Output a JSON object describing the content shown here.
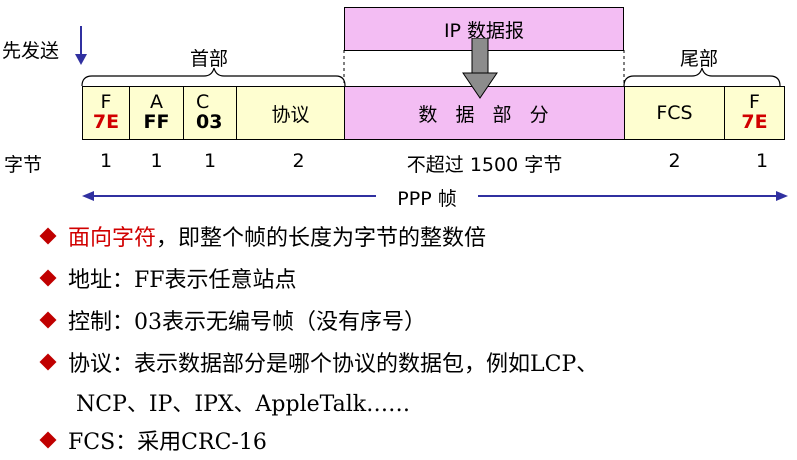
{
  "send_first": "先发送",
  "header_label": "首部",
  "trailer_label": "尾部",
  "ip_datagram": "IP 数据报",
  "fields": [
    {
      "top": "F",
      "bottom": "7E"
    },
    {
      "top": "A",
      "bottom": "FF"
    },
    {
      "top": "C",
      "bottom": "03"
    },
    {
      "label": "协议"
    },
    {
      "label": "数  据  部  分"
    },
    {
      "label": "FCS"
    },
    {
      "top": "F",
      "bottom": "7E"
    }
  ],
  "byte_label": "字节",
  "byte_counts": [
    "1",
    "1",
    "1",
    "2",
    "不超过 1500 字节",
    "2",
    "1"
  ],
  "ppp_frame": "PPP 帧",
  "bullets": [
    {
      "highlight": "面向字符",
      "rest": "，即整个帧的长度为字节的整数倍"
    },
    {
      "text": "地址：FF表示任意站点"
    },
    {
      "text": "控制：03表示无编号帧（没有序号）"
    },
    {
      "text": "协议：表示数据部分是哪个协议的数据包，例如LCP、"
    },
    {
      "text": "NCP、IP、IPX、AppleTalk……"
    },
    {
      "text": "FCS：采用CRC-16"
    }
  ],
  "colors": {
    "field_fill": "#fefed0",
    "data_fill": "#f3bdf3",
    "accent_red": "#d10000",
    "arrow_blue": "#3030a0",
    "arrow_gray": "#8c8c8c"
  }
}
